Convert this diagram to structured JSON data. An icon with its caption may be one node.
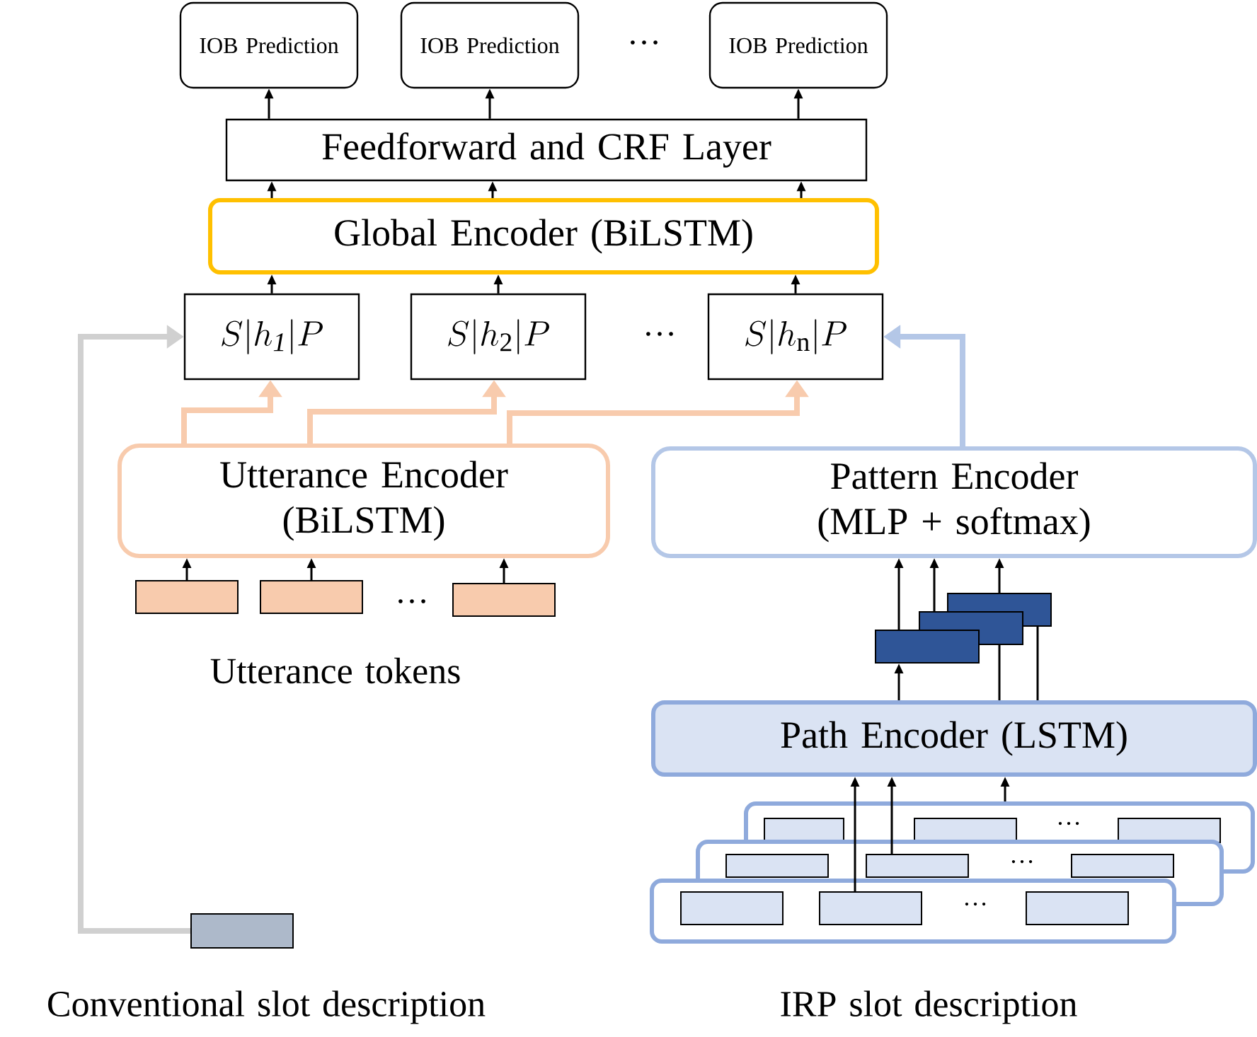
{
  "diagram": {
    "nodes": [
      {
        "text": [
          "IOB Prediction"
        ]
      },
      {
        "text": [
          "IOB Prediction"
        ]
      },
      {
        "text": [
          "IOB Prediction"
        ]
      },
      {
        "text": [
          "Feedforward and CRF Layer"
        ]
      },
      {
        "text": [
          "Global Encoder (BiLSTM)"
        ]
      },
      {
        "text": [
          "S|h_{\\mathit{1}}|P"
        ]
      },
      {
        "text": [
          "S|h_{\\mathrm{2}}|P"
        ]
      },
      {
        "text": [
          "S|h_{\\mathrm{n}}|P"
        ]
      },
      {
        "text": [
          "Utterance Encoder (BiLSTM)"
        ]
      },
      {
        "text": [],
        "shape": "box"
      },
      {
        "text": [],
        "shape": "box"
      },
      {
        "text": [],
        "shape": "box"
      },
      {
        "text": [
          "Pattern Encoder (MLP + softmax)"
        ]
      },
      {
        "text": [],
        "shape": "box"
      },
      {
        "text": [],
        "shape": "box"
      },
      {
        "text": [],
        "shape": "box"
      },
      {
        "text": [
          "Path Encoder (LSTM)"
        ]
      },
      {
        "text": [],
        "shape": "box"
      },
      {
        "text": [],
        "shape": "box",
        "in": 17
      },
      {
        "text": [],
        "shape": "box",
        "in": 17
      },
      {
        "text": [],
        "shape": "box",
        "in": 17
      },
      {
        "text": [],
        "shape": "box"
      },
      {
        "text": [],
        "shape": "box",
        "in": 21
      },
      {
        "text": [],
        "shape": "box",
        "in": 21
      },
      {
        "text": [],
        "shape": "box",
        "in": 21
      },
      {
        "text": [],
        "shape": "box"
      },
      {
        "text": [],
        "shape": "box",
        "in": 25
      },
      {
        "text": [],
        "shape": "box",
        "in": 25
      },
      {
        "text": [],
        "shape": "box",
        "in": 25
      },
      {
        "text": [],
        "shape": "box"
      }
    ],
    "edges": [
      {
        "from": 3,
        "to": 0,
        "arrow": "to"
      },
      {
        "from": 3,
        "to": 1,
        "arrow": "to"
      },
      {
        "from": 3,
        "to": 2,
        "arrow": "to"
      },
      {
        "from": 4,
        "to": 3,
        "arrow": "to"
      },
      {
        "from": 4,
        "to": 3,
        "arrow": "to"
      },
      {
        "from": 4,
        "to": 3,
        "arrow": "to"
      },
      {
        "from": 5,
        "to": 4,
        "arrow": "to"
      },
      {
        "from": 6,
        "to": 4,
        "arrow": "to"
      },
      {
        "from": 7,
        "to": 4,
        "arrow": "to"
      },
      {
        "from": 8,
        "to": 5,
        "arrow": "to",
        "style": "thick",
        "color": "#f8cbad"
      },
      {
        "from": 8,
        "to": 6,
        "arrow": "to",
        "style": "thick",
        "color": "#f8cbad"
      },
      {
        "from": 8,
        "to": 7,
        "arrow": "to",
        "style": "thick",
        "color": "#f8cbad"
      },
      {
        "from": 9,
        "to": 8,
        "arrow": "to"
      },
      {
        "from": 10,
        "to": 8,
        "arrow": "to"
      },
      {
        "from": 11,
        "to": 8,
        "arrow": "to"
      },
      {
        "from": 12,
        "to": 7,
        "arrow": "to",
        "style": "thick",
        "color": "#b4c7e7"
      },
      {
        "from": 29,
        "to": 5,
        "arrow": "to",
        "style": "thick",
        "color": "#d0d0d0"
      },
      {
        "from": 13,
        "to": 12,
        "arrow": "to"
      },
      {
        "from": 14,
        "to": 12,
        "arrow": "to"
      },
      {
        "from": 15,
        "to": 12,
        "arrow": "to"
      },
      {
        "from": 16,
        "to": 13,
        "arrow": "to"
      },
      {
        "from": 16,
        "to": 14,
        "arrow": "none"
      },
      {
        "from": 16,
        "to": 15,
        "arrow": "none"
      },
      {
        "from": 27,
        "to": 16,
        "arrow": "to"
      },
      {
        "from": 23,
        "to": 16,
        "arrow": "to"
      },
      {
        "from": 17,
        "to": 16,
        "arrow": "to"
      }
    ],
    "labels": [
      "…",
      "…",
      "…",
      "Utterance tokens",
      "…",
      "…",
      "…",
      "Conventional slot description",
      "IRP slot description"
    ]
  }
}
